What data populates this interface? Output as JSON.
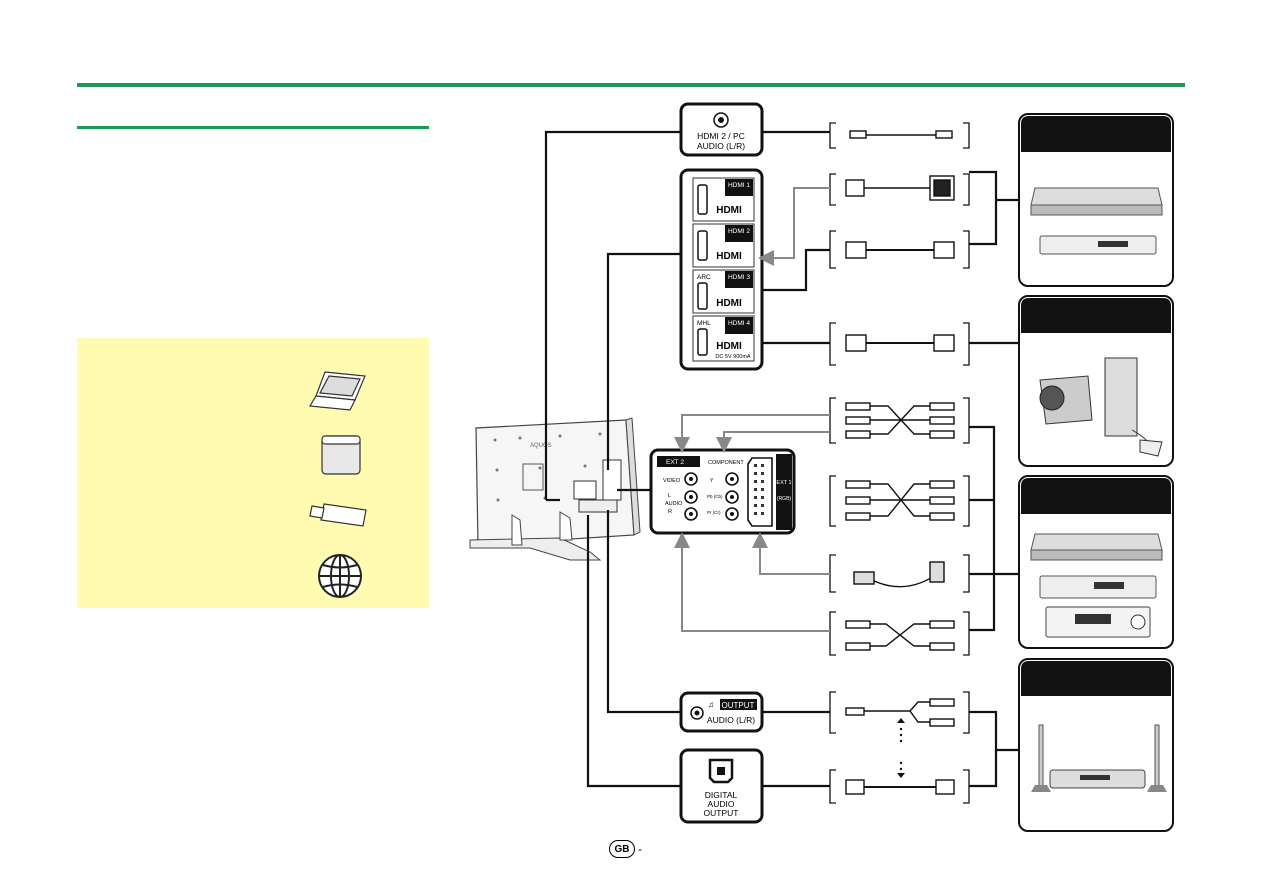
{
  "ports": {
    "hdmi2_pc_audio": {
      "line1": "HDMI 2 / PC",
      "line2": "AUDIO (L/R)"
    },
    "hdmi1": {
      "label": "HDMI 1",
      "logo": "HDMI"
    },
    "hdmi2": {
      "label": "HDMI 2",
      "logo": "HDMI"
    },
    "hdmi3": {
      "label": "HDMI 3",
      "logo": "HDMI",
      "tag": "ARC"
    },
    "hdmi4": {
      "label": "HDMI 4",
      "logo": "HDMI",
      "tag": "MHL",
      "spec": "DC 5V 900mA"
    },
    "ext2": {
      "label": "EXT 2",
      "component": "COMPONENT",
      "video": "VIDEO",
      "audio_l": "L",
      "audio_r": "R",
      "audio": "AUDIO",
      "y": "Y",
      "pb": "Pb (Cb)",
      "pr": "Pr (Cr)"
    },
    "ext1": {
      "label": "EXT 1",
      "sub": "(RGB)"
    },
    "audio_output": {
      "badge": "OUTPUT",
      "label": "AUDIO (L/R)"
    },
    "digital_audio": {
      "line1": "DIGITAL",
      "line2": "AUDIO",
      "line3": "OUTPUT"
    }
  },
  "tv": {
    "brand": "AQUOS"
  },
  "footer": {
    "badge": "GB",
    "suffix": "-"
  }
}
